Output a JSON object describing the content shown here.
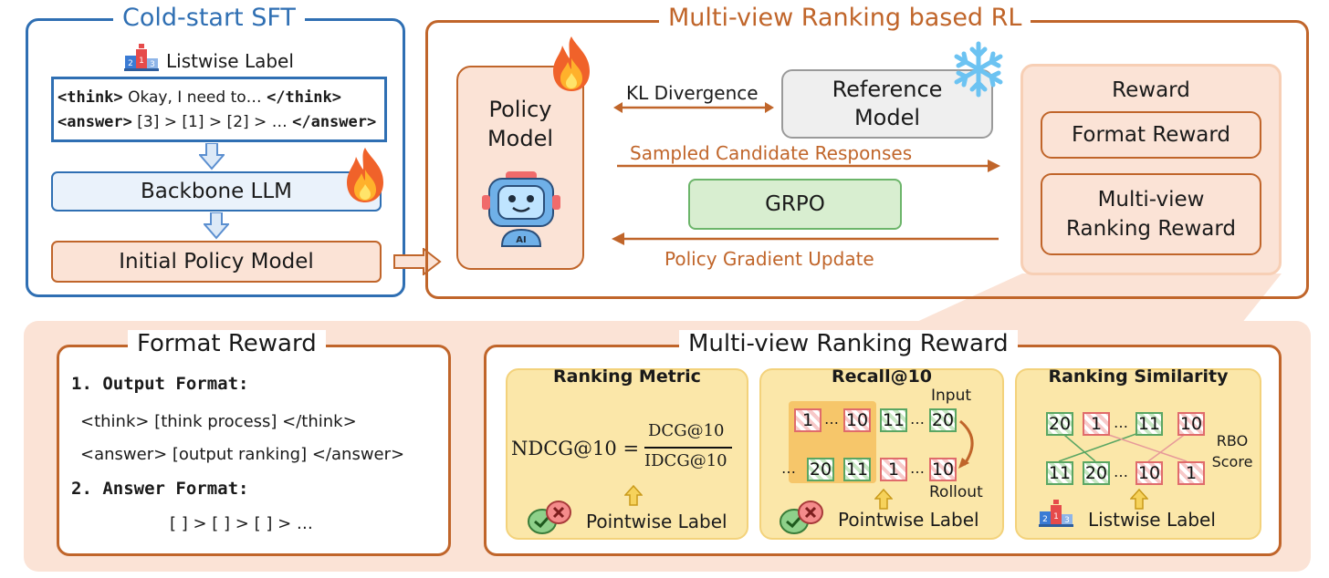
{
  "sft": {
    "title": "Cold-start SFT",
    "listwise_label": "Listwise Label",
    "think_open": "<think>",
    "think_text": "Okay, I need to…",
    "think_close": "</think>",
    "answer_open": "<answer>",
    "answer_text": "[3] > [1] > [2] > …",
    "answer_close": "</answer>",
    "backbone": "Backbone LLM",
    "initial_policy": "Initial Policy Model"
  },
  "rl": {
    "title": "Multi-view Ranking based RL",
    "policy_model": "Policy Model",
    "robot_badge": "AI",
    "kl": "KL Divergence",
    "reference_model": "Reference Model",
    "sampled": "Sampled Candidate Responses",
    "grpo": "GRPO",
    "policy_gradient": "Policy Gradient Update",
    "reward": {
      "title": "Reward",
      "format": "Format Reward",
      "multiview": "Multi-view Ranking Reward"
    }
  },
  "format_reward": {
    "title": "Format Reward",
    "item1": "1. Output Format:",
    "line1": "<think> [think process] </think>",
    "line2": "<answer> [output ranking] </answer>",
    "item2": "2. Answer Format:",
    "line3": "[ ] > [ ] > [ ] > …"
  },
  "multiview": {
    "title": "Multi-view Ranking Reward",
    "metric": {
      "title": "Ranking Metric",
      "lhs": "NDCG@10 =",
      "num": "DCG@10",
      "den": "IDCG@10",
      "label": "Pointwise Label"
    },
    "recall": {
      "title": "Recall@10",
      "input": "Input",
      "rollout": "Rollout",
      "row1": [
        "1",
        "10",
        "11",
        "20"
      ],
      "row2": [
        "20",
        "11",
        "1",
        "10"
      ],
      "label": "Pointwise Label"
    },
    "similarity": {
      "title": "Ranking Similarity",
      "row1": [
        "20",
        "1",
        "11",
        "10"
      ],
      "row2": [
        "11",
        "20",
        "10",
        "1"
      ],
      "rbo": "RBO Score",
      "label": "Listwise Label"
    },
    "ellipsis": "…"
  },
  "icons": {
    "podium": "podium-icon",
    "fire": "fire-icon",
    "snowflake": "snowflake-icon",
    "robot": "robot-icon",
    "check_cross_bubbles": "check-cross-bubbles-icon",
    "arrow_up": "arrow-up-icon"
  },
  "colors": {
    "blue": "#2f6fb3",
    "orange": "#c0652a",
    "peach": "#fbe3d6",
    "yellow": "#fbe7a9",
    "green": "#d8eed0",
    "gray": "#efefef"
  }
}
